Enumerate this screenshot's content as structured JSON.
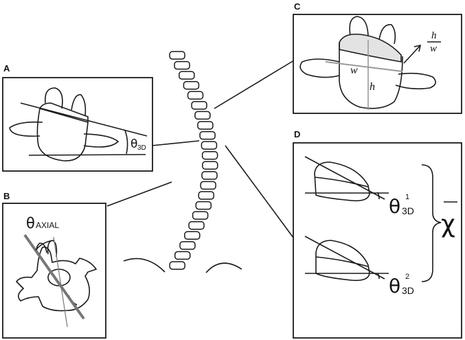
{
  "panels": {
    "a": {
      "letter": "A",
      "theta": "θ",
      "theta_sub": "3D"
    },
    "b": {
      "letter": "B",
      "theta": "θ",
      "theta_sub": "AXIAL"
    },
    "c": {
      "letter": "C",
      "ratio_num": "h",
      "ratio_den": "w",
      "w_label": "w",
      "h_label": "h"
    },
    "d": {
      "letter": "D",
      "theta1": "θ",
      "theta1_sup": "1",
      "theta1_sub": "3D",
      "theta2": "θ",
      "theta2_sup": "2",
      "theta2_sub": "3D",
      "chi": "χ"
    }
  }
}
